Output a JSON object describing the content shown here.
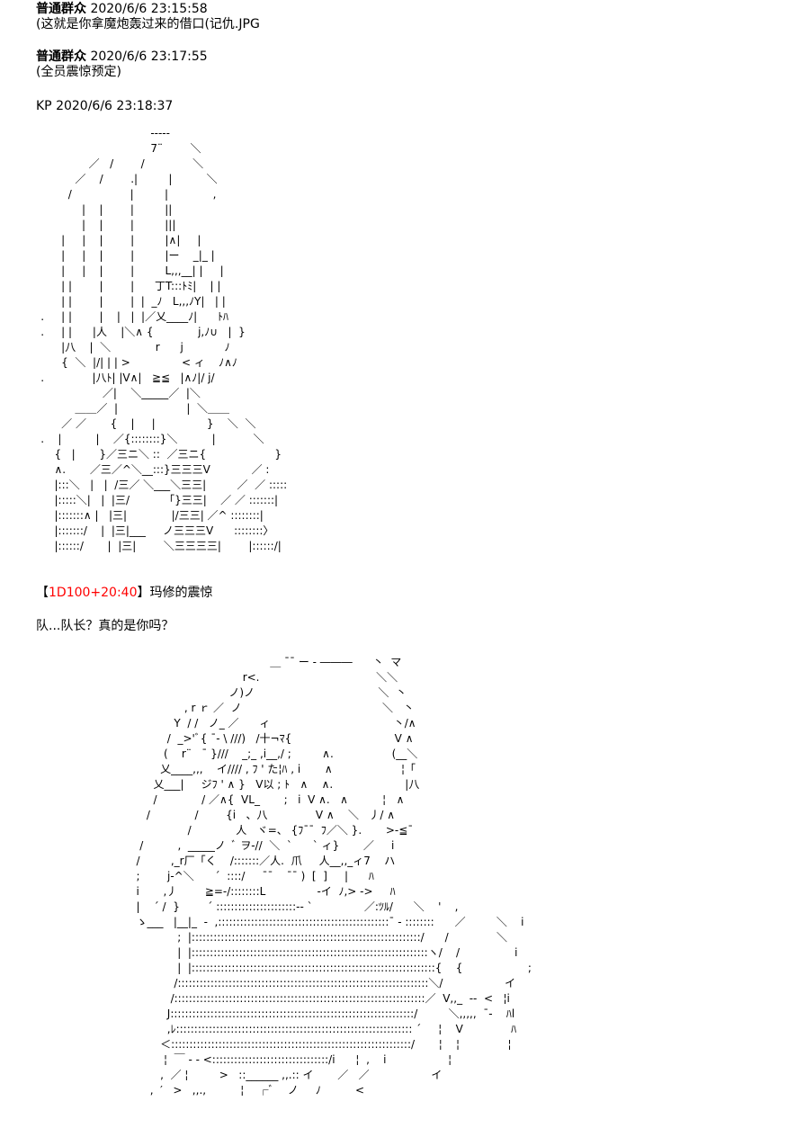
{
  "posts": [
    {
      "speaker": "普通群众",
      "timestamp": "2020/6/6 23:15:58",
      "text": "(这就是你拿魔炮轰过来的借口(记仇.JPG"
    },
    {
      "speaker": "普通群众",
      "timestamp": "2020/6/6 23:17:55",
      "text": "(全员震惊预定)"
    },
    {
      "speaker": "KP",
      "timestamp": "2020/6/6 23:18:37"
    }
  ],
  "roll": {
    "open": "【",
    "expr": "1D100+20:40",
    "close": "】",
    "label": "玛修的震惊"
  },
  "dialogue": "队...队长？真的是你吗？",
  "colors": {
    "text": "#000000",
    "roll": "#ff0000",
    "background": "#ffffff"
  }
}
